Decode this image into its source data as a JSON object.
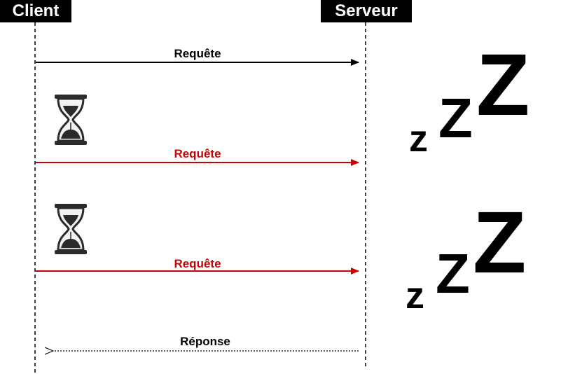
{
  "participants": {
    "client": "Client",
    "server": "Serveur"
  },
  "messages": [
    {
      "label": "Requête",
      "direction": "client-to-server",
      "color": "#000000",
      "style": "solid"
    },
    {
      "label": "Requête",
      "direction": "client-to-server",
      "color": "#cc0000",
      "style": "solid"
    },
    {
      "label": "Requête",
      "direction": "client-to-server",
      "color": "#cc0000",
      "style": "solid"
    },
    {
      "label": "Réponse",
      "direction": "server-to-client",
      "color": "#000000",
      "style": "dotted"
    }
  ],
  "icons": {
    "wait": "hourglass-icon",
    "sleep": "sleep-zzz-icon"
  },
  "sleep_text": {
    "small": "z",
    "medium": "Z",
    "large": "Z"
  }
}
